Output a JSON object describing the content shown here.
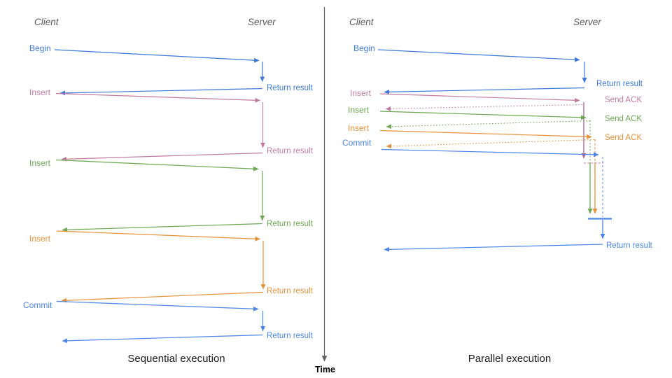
{
  "palette": {
    "blue": "#3c78d8",
    "commit_blue": "#4a86e8",
    "dashed_blue": "#6d9eeb",
    "pink": "#c27ba0",
    "pink_dark": "#b0608f",
    "green": "#6aa84f",
    "orange": "#e69138",
    "axis_gray": "#616161",
    "header_gray": "#595959"
  },
  "time_axis": {
    "label": "Time"
  },
  "left_panel": {
    "caption": "Sequential execution",
    "client_header": "Client",
    "server_header": "Server",
    "operations": [
      {
        "label": "Begin",
        "server_label": "Return result",
        "color": "#3c78d8"
      },
      {
        "label": "Insert",
        "server_label": "Return result",
        "color": "#c27ba0"
      },
      {
        "label": "Insert",
        "server_label": "Return result",
        "color": "#6aa84f"
      },
      {
        "label": "Insert",
        "server_label": "Return result",
        "color": "#e69138"
      },
      {
        "label": "Commit",
        "server_label": "Return result",
        "color": "#4a86e8"
      }
    ]
  },
  "right_panel": {
    "caption": "Parallel execution",
    "client_header": "Client",
    "server_header": "Server",
    "operations": [
      {
        "label": "Begin",
        "server_label": "Return result",
        "color": "#3c78d8"
      },
      {
        "label": "Insert",
        "server_label": "Send ACK",
        "color": "#c27ba0"
      },
      {
        "label": "Insert",
        "server_label": "Send ACK",
        "color": "#6aa84f"
      },
      {
        "label": "Insert",
        "server_label": "Send ACK",
        "color": "#e69138"
      },
      {
        "label": "Commit",
        "server_label": "",
        "color": "#4a86e8"
      }
    ],
    "final_return_label": "Return result"
  }
}
